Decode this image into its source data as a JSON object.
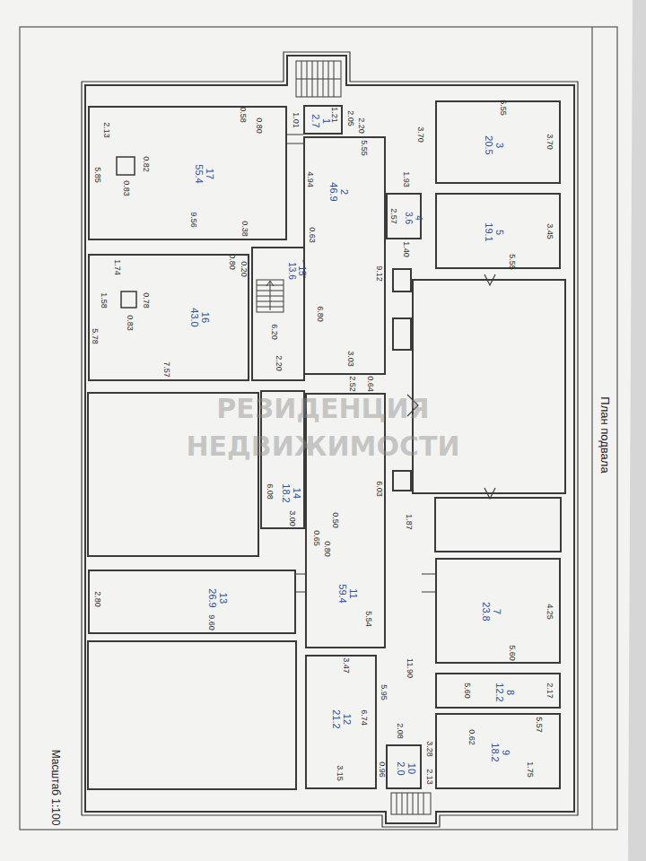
{
  "diagram": {
    "title": "План подвала",
    "caption": "Масштаб 1:100",
    "nodes": [
      {
        "text": [
          "1",
          "2.7"
        ]
      },
      {
        "text": [
          "2",
          "46.9"
        ]
      },
      {
        "text": [
          "3",
          "20.5"
        ]
      },
      {
        "text": [
          "4",
          "3.6"
        ]
      },
      {
        "text": [
          "5",
          "19.1"
        ]
      },
      {
        "text": [
          "7",
          "23.8"
        ]
      },
      {
        "text": [
          "8",
          "12.2"
        ]
      },
      {
        "text": [
          "9",
          "18.2"
        ]
      },
      {
        "text": [
          "10",
          "2.0"
        ]
      },
      {
        "text": [
          "11",
          "59.4"
        ]
      },
      {
        "text": [
          "12",
          "21.2"
        ]
      },
      {
        "text": [
          "13",
          "26.9"
        ]
      },
      {
        "text": [
          "14",
          "18.2"
        ]
      },
      {
        "text": [
          "15",
          "13.6"
        ]
      },
      {
        "text": [
          "16",
          "43.0"
        ]
      },
      {
        "text": [
          "17",
          "55.4"
        ]
      }
    ],
    "labels": [
      "5.55",
      "3.70",
      "3.45",
      "5.55",
      "2.57",
      "1.40",
      "1.93",
      "3.70",
      "5.55",
      "1.21",
      "2.05",
      "2.20",
      "1.01",
      "0.58",
      "0.80",
      "2.13",
      "0.82",
      "0.83",
      "5.85",
      "9.56",
      "0.38",
      "4.94",
      "0.63",
      "9.12",
      "1.74",
      "0.80",
      "0.20",
      "0.78",
      "1.58",
      "0.83",
      "5.78",
      "7.57",
      "6.20",
      "2.20",
      "6.80",
      "3.03",
      "0.64",
      "2.52",
      "6.08",
      "3.00",
      "0.50",
      "0.65",
      "0.80",
      "6.03",
      "1.87",
      "5.54",
      "11.90",
      "4.25",
      "5.60",
      "2.80",
      "9.60",
      "3.47",
      "6.74",
      "3.15",
      "5.95",
      "2.17",
      "5.60",
      "5.57",
      "0.62",
      "1.75",
      "3.28",
      "2.08",
      "0.96",
      "2.13",
      "РЕЗИДЕНЦИЯ",
      "НЕДВИЖИМОСТИ"
    ]
  }
}
